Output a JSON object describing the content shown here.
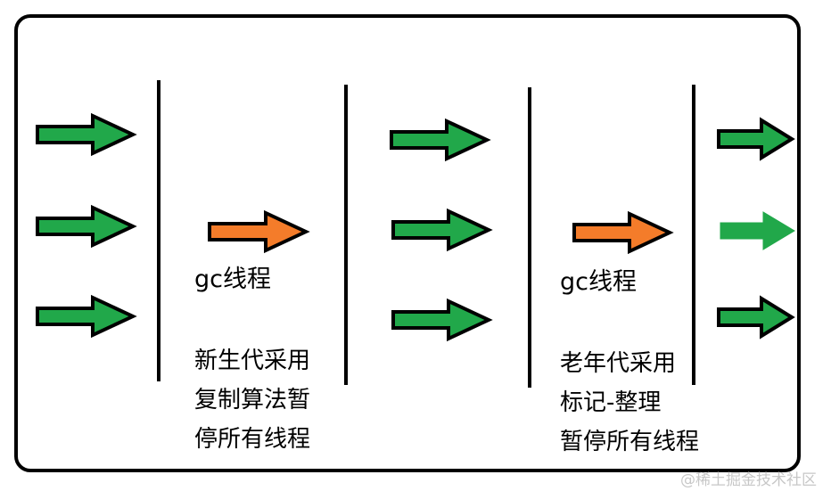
{
  "panels": [
    {
      "gc_label": "gc线程",
      "desc_lines": [
        "新生代采用",
        "复制算法暂",
        "停所有线程"
      ]
    },
    {
      "gc_label": "gc线程",
      "desc_lines": [
        "老年代采用",
        "标记-整理",
        "暂停所有线程"
      ]
    }
  ],
  "colors": {
    "app_thread": "#21a84a",
    "gc_thread": "#f47c2a",
    "border": "#000000"
  },
  "watermark": "@稀土掘金技术社区"
}
